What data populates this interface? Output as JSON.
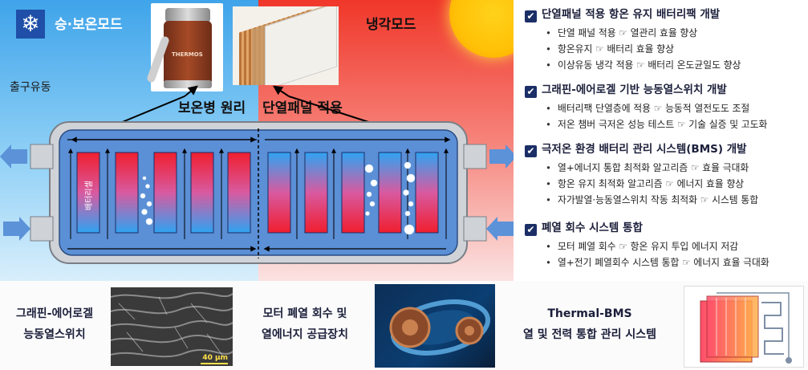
{
  "diagram": {
    "left_mode": "승·보온모드",
    "right_mode": "냉각모드",
    "flow_label": "출구유동",
    "center_left": "보온병 원리",
    "center_right": "단열패널 적용",
    "cell_label": "배터리셀",
    "thermos_brand": "THERMOS",
    "colors": {
      "cold": "#3fa4ea",
      "hot": "#f0372a",
      "module_blue": "#5b8fd6",
      "cell_red": "#f01e2e",
      "cell_blue": "#3aa6f2"
    }
  },
  "sections": [
    {
      "title": "단열패널 적용 항온 유지 배터리팩 개발",
      "items": [
        "단열 패널 적용 ☞ 열관리 효율 향상",
        "항온유지 ☞ 배터리 효율 향상",
        "이상유동 냉각 적용 ☞ 배터리 온도균일도 향상"
      ]
    },
    {
      "title": "그래핀-에어로겔 기반 능동열스위치 개발",
      "items": [
        "배터리팩 단열층에 적용 ☞ 능동적 열전도도 조절",
        "저온 챔버 극저온 성능 테스트 ☞ 기술 실증 및 고도화"
      ]
    },
    {
      "title": "극저온 환경 배터리 관리 시스템(BMS) 개발",
      "items": [
        "열+에너지 통합 최적화 알고리즘 ☞ 효율 극대화",
        "항온 유지 최적화 알고리즘 ☞ 에너지 효율 향상",
        "자가발열·능동열스위치 작동 최적화 ☞ 시스템 통합"
      ]
    },
    {
      "title": "폐열 회수 시스템 통합",
      "items": [
        "모터 폐열 회수 ☞ 항온 유지 투입 에너지 저감",
        "열+전기 폐열회수 시스템 통합 ☞ 에너지 효율 극대화"
      ]
    }
  ],
  "bottom": {
    "graphene_line1": "그래핀-에어로겔",
    "graphene_line2": "능동열스위치",
    "sem_scale": "40 μm",
    "motor_line1": "모터 폐열 회수 및",
    "motor_line2": "열에너지 공급장치",
    "bms_line1": "Thermal-BMS",
    "bms_line2": "열 및 전력 통합 관리 시스템"
  },
  "icons": [
    "snowflake-icon",
    "sun-icon",
    "check-icon"
  ]
}
